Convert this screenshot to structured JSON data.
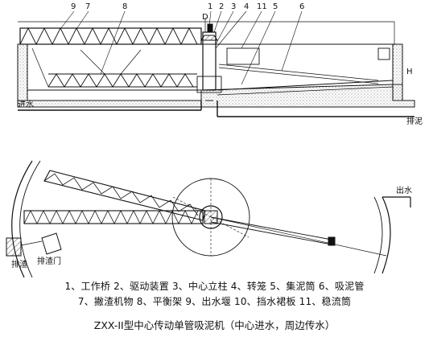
{
  "top_view": {
    "part_numbers": [
      "9",
      "7",
      "8",
      "1",
      "2",
      "3",
      "4",
      "11",
      "5",
      "6"
    ],
    "dimension_D": "D",
    "dimension_H": "H",
    "inlet_label": "进水",
    "sludge_outlet_label": "排泥"
  },
  "plan_view": {
    "outlet_label": "出水",
    "scum_label": "排渣",
    "scum_gate_label": "排渣门"
  },
  "legend": {
    "line1": "1、工作桥 2、驱动装置 3、中心立柱 4、转笼 5、集泥筒 6、吸泥管",
    "line2": "7、撇渣机物 8、平衡架 9、出水堰 10、挡水裙板 11、稳流筒"
  },
  "caption": "ZXX-II型中心传动单管吸泥机（中心进水，周边传水）"
}
